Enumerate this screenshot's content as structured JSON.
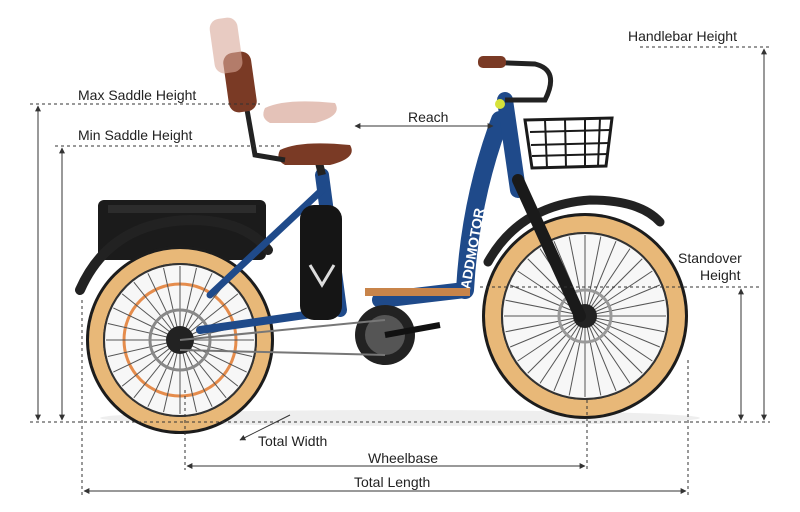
{
  "brand_text": "ADDMOTOR",
  "labels": {
    "handlebar_height": "Handlebar Height",
    "max_saddle_height": "Max Saddle Height",
    "min_saddle_height": "Min Saddle Height",
    "reach": "Reach",
    "standover_height_line1": "Standover",
    "standover_height_line2": "Height",
    "total_width": "Total Width",
    "wheelbase": "Wheelbase",
    "total_length": "Total Length"
  },
  "colors": {
    "frame_blue": "#1f4a8a",
    "tire_tan": "#e8b878",
    "tire_black": "#1c1c1c",
    "seat_brown": "#7a3a25",
    "dimension_line": "#333333"
  }
}
